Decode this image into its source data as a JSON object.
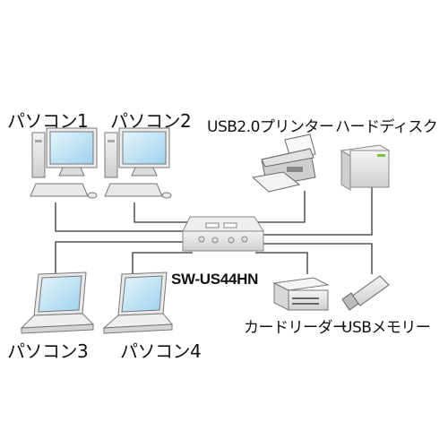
{
  "labels": {
    "pc1": "パソコン1",
    "pc2": "パソコン2",
    "printer": "USB2.0プリンター",
    "hdd": "ハードディスク",
    "hub": "SW-US44HN",
    "card_reader": "カードリーダー",
    "usb_memory": "USBメモリー",
    "pc3": "パソコン3",
    "pc4": "パソコン4"
  },
  "colors": {
    "line": "#333333",
    "screen": "#bfe3f5",
    "device": "#e6e6e6",
    "device_edge": "#8a8a8a"
  },
  "icons": [
    "desktop-pc-icon",
    "printer-icon",
    "hard-disk-icon",
    "usb-hub-icon",
    "laptop-icon",
    "card-reader-icon",
    "usb-memory-icon"
  ]
}
